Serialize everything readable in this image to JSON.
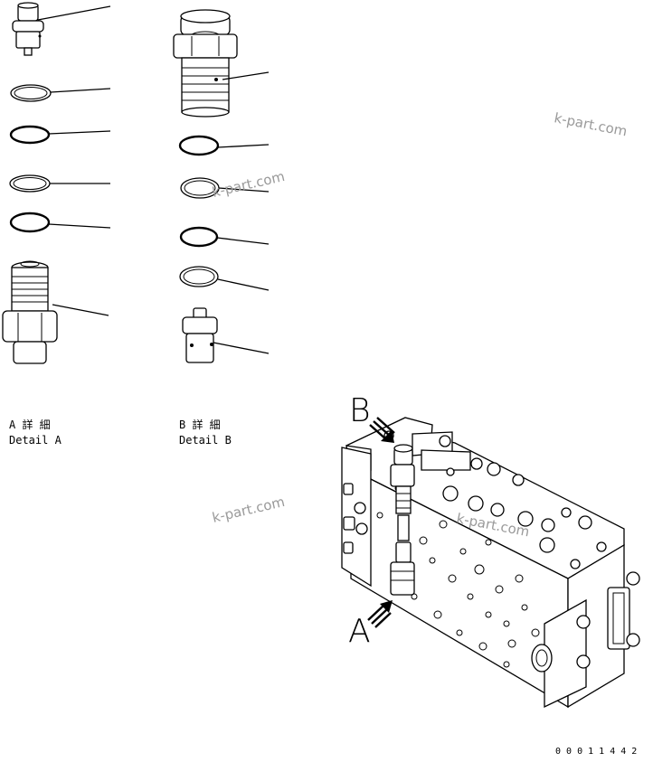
{
  "detail_a": {
    "title_jp": "A 詳 細",
    "title_en": "Detail A"
  },
  "detail_b": {
    "title_jp": "B 詳 細",
    "title_en": "Detail B"
  },
  "arrows": {
    "a": "A",
    "b": "B"
  },
  "watermarks": [
    "k-part.com",
    "k-part.com",
    "k-part.com",
    "k-part.com"
  ],
  "drawing_number": "0 0 0 1 1 4 4 2"
}
